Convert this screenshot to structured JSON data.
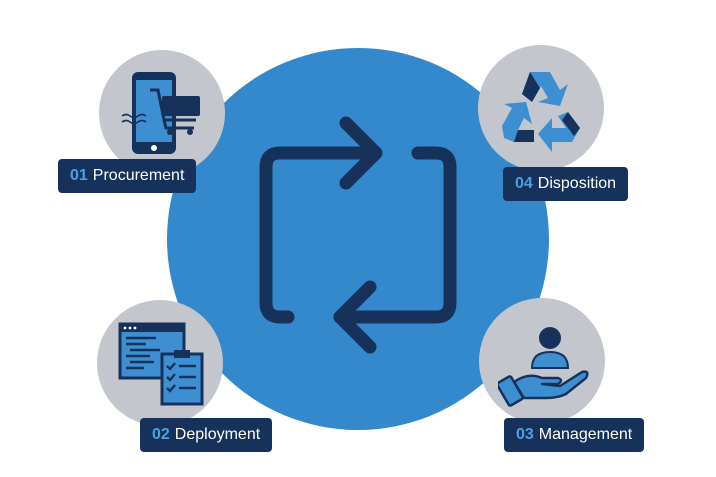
{
  "colors": {
    "main_circle": "#3489cc",
    "node_circle": "#c3c7cd",
    "navy": "#16325a",
    "accent_blue": "#4e9ee0"
  },
  "center": {
    "icon": "cycle-arrows-icon"
  },
  "stages": [
    {
      "number": "01",
      "name": "Procurement",
      "icon": "mobile-shopping-cart-icon"
    },
    {
      "number": "02",
      "name": "Deployment",
      "icon": "code-window-checklist-icon"
    },
    {
      "number": "03",
      "name": "Management",
      "icon": "hand-holding-person-icon"
    },
    {
      "number": "04",
      "name": "Disposition",
      "icon": "recycle-icon"
    }
  ]
}
